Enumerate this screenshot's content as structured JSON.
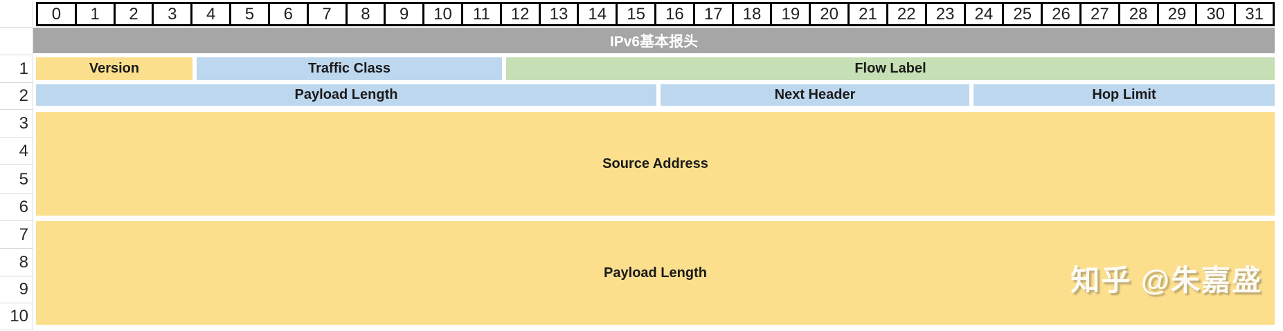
{
  "diagram": {
    "title_band": {
      "label": "IPv6基本报头"
    },
    "bit_ruler": {
      "bits": [
        "0",
        "1",
        "2",
        "3",
        "4",
        "5",
        "6",
        "7",
        "8",
        "9",
        "10",
        "11",
        "12",
        "13",
        "14",
        "15",
        "16",
        "17",
        "18",
        "19",
        "20",
        "21",
        "22",
        "23",
        "24",
        "25",
        "26",
        "27",
        "28",
        "29",
        "30",
        "31"
      ]
    },
    "row_numbers": [
      "1",
      "2",
      "3",
      "4",
      "5",
      "6",
      "7",
      "8",
      "9",
      "10"
    ],
    "fields": {
      "version": {
        "label": "Version"
      },
      "traffic_class": {
        "label": "Traffic Class"
      },
      "flow_label": {
        "label": "Flow Label"
      },
      "payload_length": {
        "label": "Payload Length"
      },
      "next_header": {
        "label": "Next Header"
      },
      "hop_limit": {
        "label": "Hop Limit"
      },
      "source_address": {
        "label": "Source Address"
      },
      "bottom_block": {
        "label": "Payload Length"
      }
    }
  },
  "watermark": {
    "text": "知乎 @朱嘉盛"
  },
  "colors": {
    "c-yellow": "#fbdf8d",
    "c-blue": "#bdd7ee",
    "c-green": "#c6dfb4",
    "c-gray": "#a6a6a6",
    "c-border": "#000000",
    "c-gridline": "#d9d9d9"
  }
}
